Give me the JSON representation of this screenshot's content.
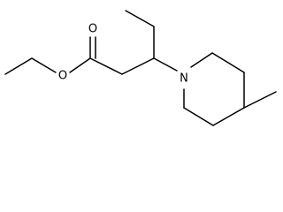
{
  "molecule": {
    "atom_labels": {
      "carbonyl_oxygen": "O",
      "ester_oxygen": "O",
      "nitrogen": "N"
    }
  },
  "colors": {
    "bond": "#000000",
    "label": "#000000",
    "background": "#ffffff"
  }
}
